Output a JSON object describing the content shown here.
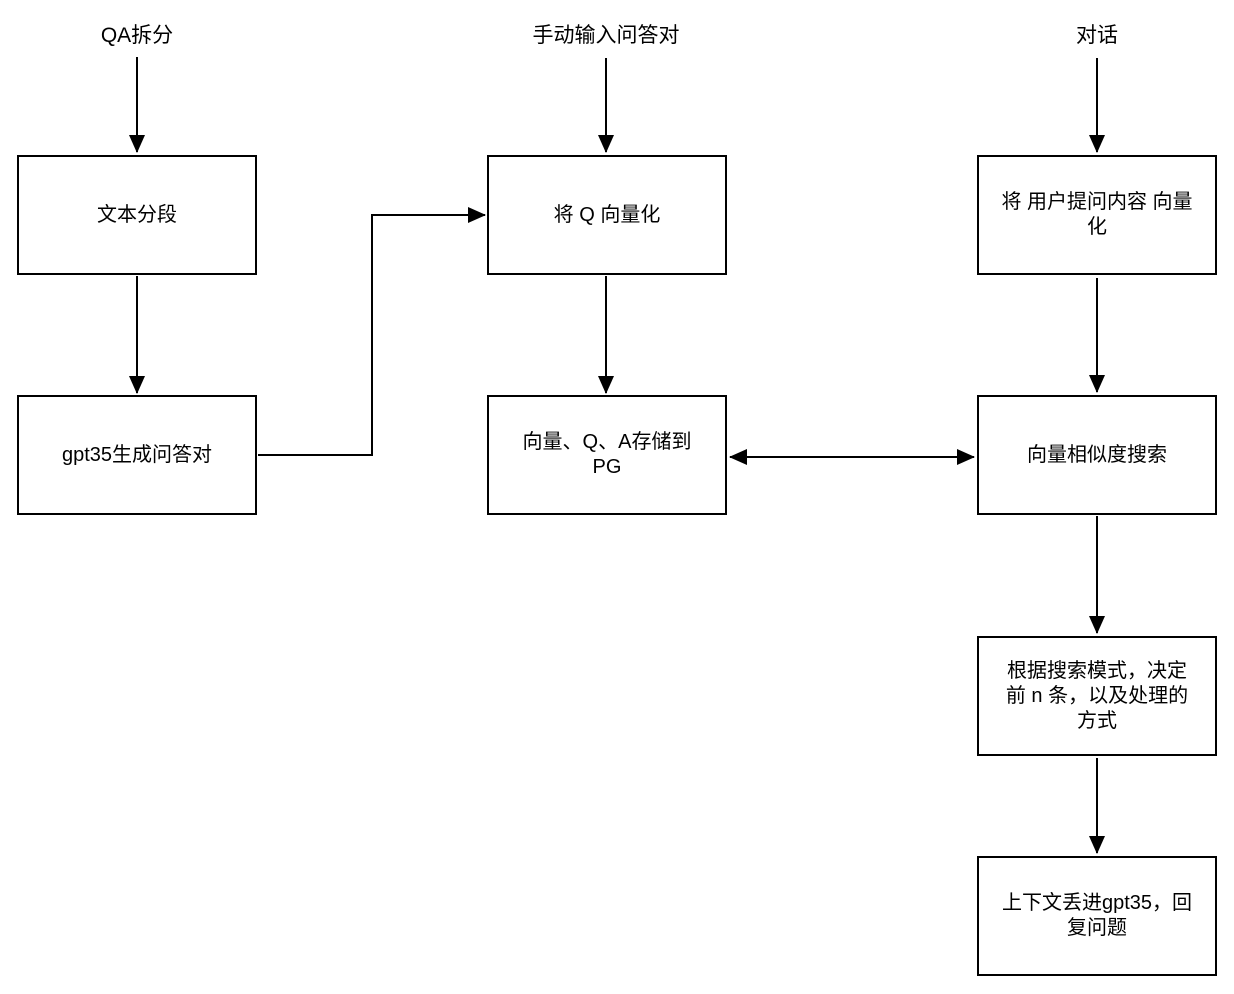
{
  "diagram": {
    "title_labels": {
      "qa_split": "QA拆分",
      "manual_input": "手动输入问答对",
      "chat": "对话"
    },
    "nodes": {
      "text_segment": "文本分段",
      "gpt35_generate_qa": "gpt35生成问答对",
      "vectorize_q": "将 Q 向量化",
      "store_to_pg": "向量、Q、A存储到\nPG",
      "vectorize_user_question": "将 用户提问内容 向量\n化",
      "vector_similarity_search": "向量相似度搜索",
      "search_mode_decision": "根据搜索模式，决定\n前 n 条，以及处理的\n方式",
      "gpt35_answer": "上下文丢进gpt35，回\n复问题"
    },
    "edges": [
      {
        "from": "qa_split",
        "to": "text_segment",
        "arrow": "single"
      },
      {
        "from": "text_segment",
        "to": "gpt35_generate_qa",
        "arrow": "single"
      },
      {
        "from": "gpt35_generate_qa",
        "to": "vectorize_q",
        "arrow": "single"
      },
      {
        "from": "manual_input",
        "to": "vectorize_q",
        "arrow": "single"
      },
      {
        "from": "vectorize_q",
        "to": "store_to_pg",
        "arrow": "single"
      },
      {
        "from": "store_to_pg",
        "to": "vector_similarity_search",
        "arrow": "double"
      },
      {
        "from": "chat",
        "to": "vectorize_user_question",
        "arrow": "single"
      },
      {
        "from": "vectorize_user_question",
        "to": "vector_similarity_search",
        "arrow": "single"
      },
      {
        "from": "vector_similarity_search",
        "to": "search_mode_decision",
        "arrow": "single"
      },
      {
        "from": "search_mode_decision",
        "to": "gpt35_answer",
        "arrow": "single"
      }
    ],
    "colors": {
      "stroke": "#000000",
      "node_fill": "#ffffff",
      "background": "#ffffff"
    }
  }
}
